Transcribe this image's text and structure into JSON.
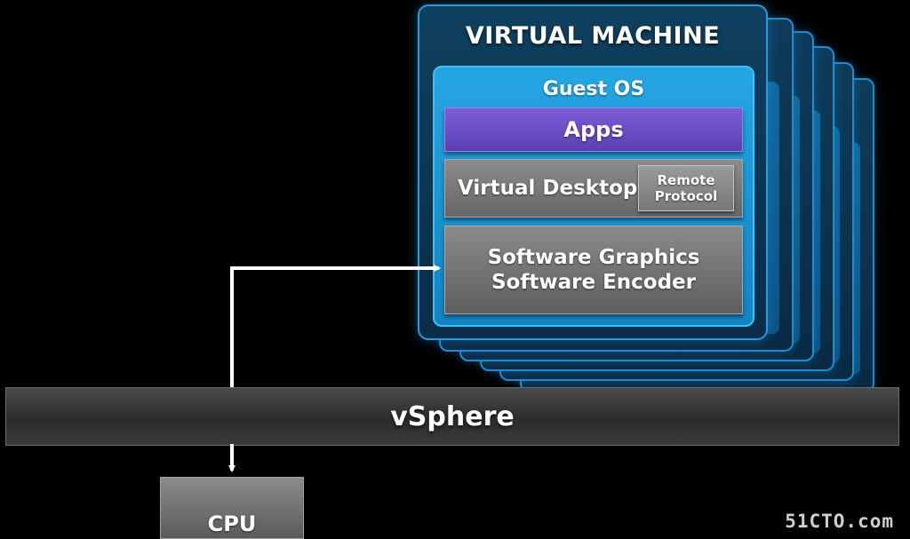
{
  "virtual_machine": {
    "title": "VIRTUAL MACHINE",
    "guest_os": {
      "label": "Guest OS",
      "apps": "Apps",
      "virtual_desktop": "Virtual Desktop",
      "remote_protocol": [
        "Remote",
        "Protocol"
      ],
      "software_graphics": [
        "Software Graphics",
        "Software Encoder"
      ]
    }
  },
  "hypervisor": {
    "label": "vSphere"
  },
  "hardware": {
    "cpu": "CPU"
  },
  "watermark": "51CTO.com",
  "colors": {
    "vm_frame": "#2a9ad8",
    "guest_os": "#1a95d4",
    "apps": "#6a4ec6",
    "gray_block": "#777777",
    "arrow": "#ffffff"
  }
}
